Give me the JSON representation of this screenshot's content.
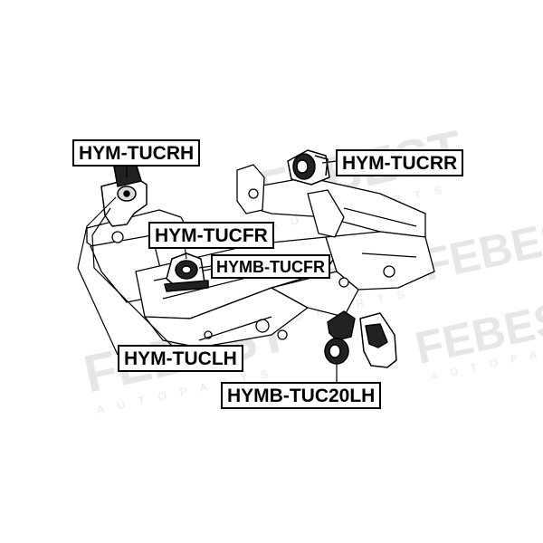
{
  "watermark": {
    "brand": "FEBEST",
    "sub": "A U T O P A R T S",
    "color": "#e6e6e6"
  },
  "colors": {
    "line": "#000000",
    "frame_fill": "#ffffff"
  },
  "labels": {
    "hym_tucrh": "HYM-TUCRH",
    "hym_tucrr": "HYM-TUCRR",
    "hym_tucfr": "HYM-TUCFR",
    "hymb_tucfr": "HYMB-TUCFR",
    "hym_tuclh": "HYM-TUCLH",
    "hymb_tuc20lh": "HYMB-TUC20LH"
  }
}
